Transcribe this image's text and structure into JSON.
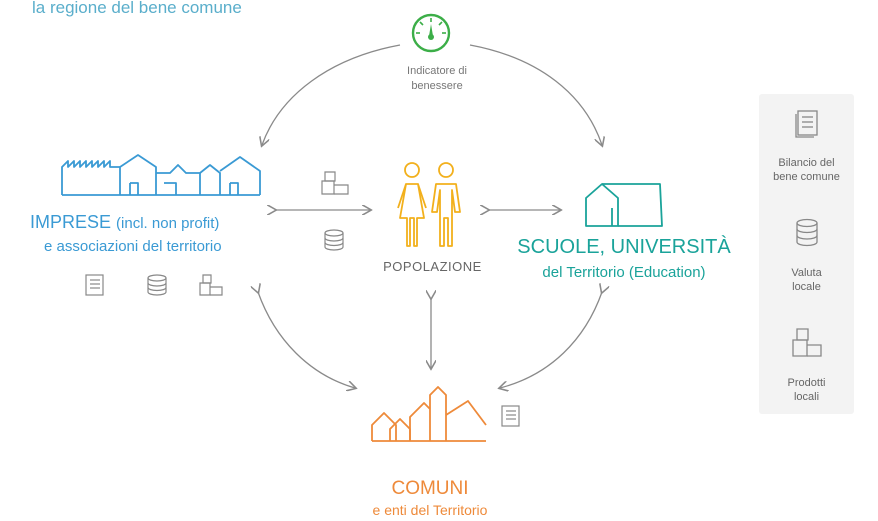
{
  "header": {
    "title": "la regione del bene comune"
  },
  "indicator": {
    "label_line1": "Indicatore di",
    "label_line2": "benessere"
  },
  "imprese": {
    "title_main": "IMPRESE",
    "title_paren": "(incl. non profit)",
    "subtitle": "e associazioni del territorio"
  },
  "popolazione": {
    "label": "POPOLAZIONE"
  },
  "scuole": {
    "title": "SCUOLE, UNIVERSITÀ",
    "subtitle": "del Territorio (Education)"
  },
  "comuni": {
    "title": "COMUNI",
    "subtitle": "e enti del Territorio"
  },
  "legend": {
    "items": [
      {
        "icon": "document-icon",
        "line1": "Bilancio del",
        "line2": "bene comune"
      },
      {
        "icon": "coin-stack-icon",
        "line1": "Valuta",
        "line2": "locale"
      },
      {
        "icon": "boxes-icon",
        "line1": "Prodotti",
        "line2": "locali"
      }
    ]
  },
  "colors": {
    "imprese": "#3a9ad4",
    "scuole": "#1aa39a",
    "comuni": "#ee8a3a",
    "popolazione": "#f2b01c",
    "indicator": "#3cae48",
    "arrows": "#8a8a8a",
    "title": "#5aaecb"
  }
}
